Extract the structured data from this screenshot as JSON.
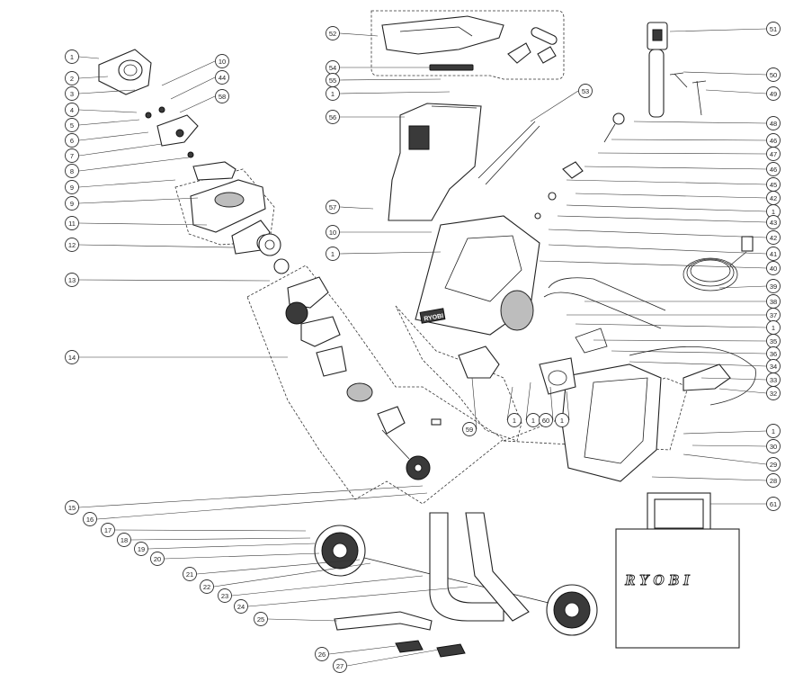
{
  "diagram": {
    "brand_on_bag": "RYOBI",
    "brand_on_housing": "RYOBI",
    "callouts": [
      "1",
      "2",
      "3",
      "4",
      "5",
      "6",
      "7",
      "8",
      "9",
      "9",
      "11",
      "12",
      "13",
      "14",
      "10",
      "44",
      "58",
      "52",
      "54",
      "55",
      "1",
      "56",
      "53",
      "57",
      "10",
      "1",
      "51",
      "50",
      "49",
      "48",
      "46",
      "47",
      "46",
      "45",
      "42",
      "1",
      "43",
      "42",
      "41",
      "40",
      "39",
      "38",
      "37",
      "1",
      "35",
      "36",
      "34",
      "33",
      "32",
      "1",
      "30",
      "29",
      "28",
      "61",
      "59",
      "1",
      "1",
      "60",
      "1",
      "15",
      "16",
      "17",
      "18",
      "19",
      "20",
      "21",
      "22",
      "23",
      "24",
      "25",
      "26",
      "27"
    ]
  }
}
